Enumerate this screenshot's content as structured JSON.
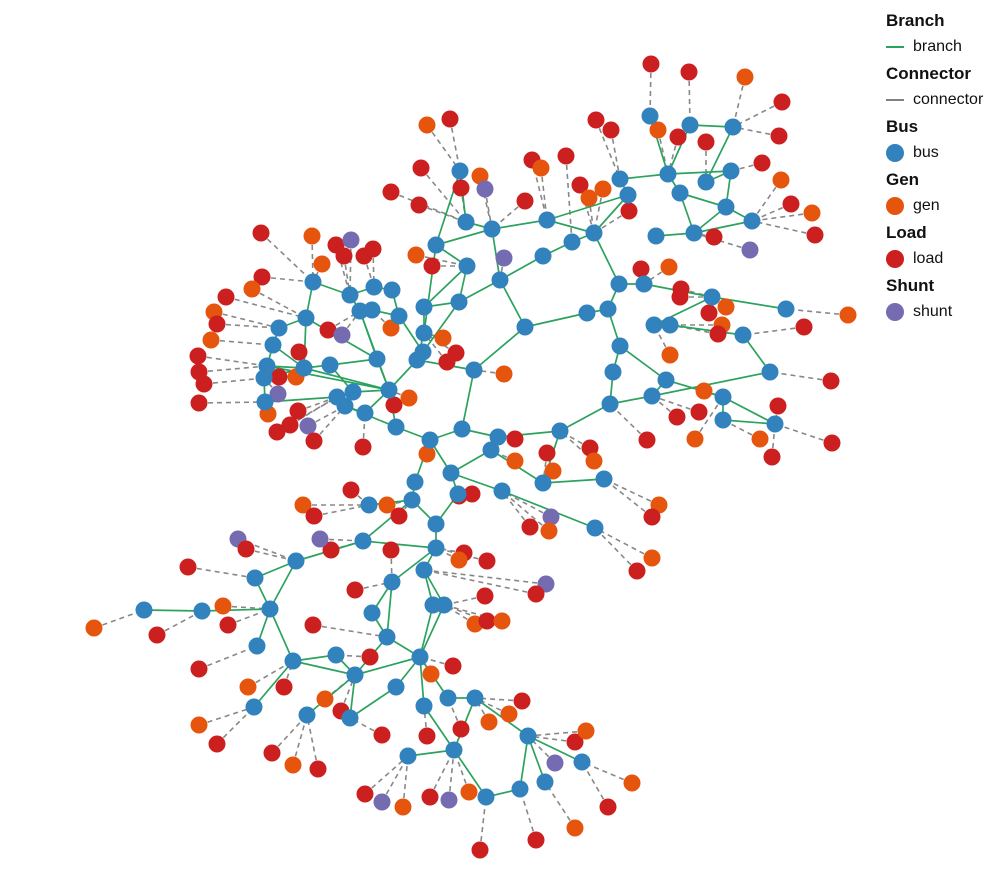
{
  "legend": [
    {
      "title": "Branch",
      "label": "branch",
      "kind": "line",
      "color": "#2ca25f"
    },
    {
      "title": "Connector",
      "label": "connector",
      "kind": "dash",
      "color": "#808080"
    },
    {
      "title": "Bus",
      "label": "bus",
      "kind": "dot",
      "color": "#3182bd"
    },
    {
      "title": "Gen",
      "label": "gen",
      "kind": "dot",
      "color": "#e6550d"
    },
    {
      "title": "Load",
      "label": "load",
      "kind": "dot",
      "color": "#cc1f1f"
    },
    {
      "title": "Shunt",
      "label": "shunt",
      "kind": "dot",
      "color": "#756bb1"
    }
  ],
  "colors": {
    "branch": "#2ca25f",
    "connector": "#888888",
    "bus": "#3182bd",
    "gen": "#e6550d",
    "load": "#cc1f1f",
    "shunt": "#756bb1"
  }
}
